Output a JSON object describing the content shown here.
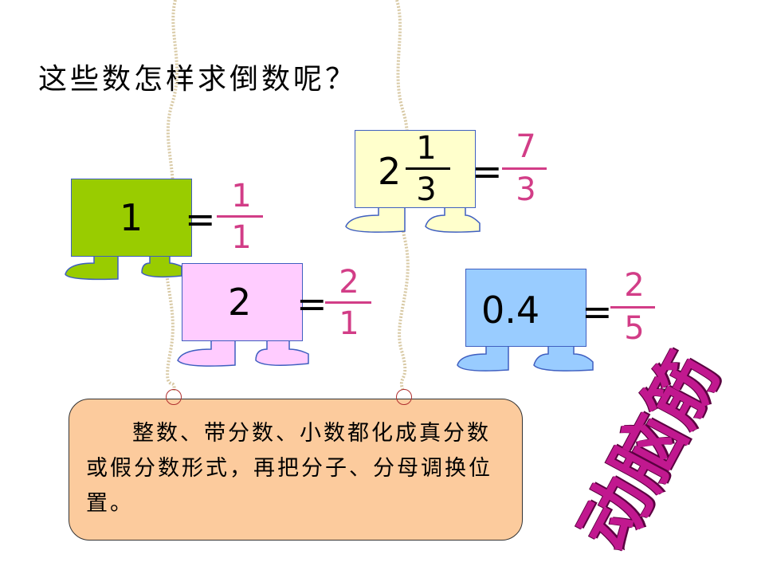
{
  "title": "这些数怎样求倒数呢？",
  "cards": [
    {
      "id": "one",
      "value": "1",
      "numerator": "1",
      "denominator": "1",
      "color": "#99cc00",
      "feet_color": "#99cc00"
    },
    {
      "id": "two",
      "value": "2",
      "numerator": "2",
      "denominator": "1",
      "color": "#ffccff",
      "feet_color": "#ffccff"
    },
    {
      "id": "mixed",
      "whole": "2",
      "inner_numerator": "1",
      "inner_denominator": "3",
      "numerator": "7",
      "denominator": "3",
      "color": "#ffffcc",
      "feet_color": "#ffffcc"
    },
    {
      "id": "decimal",
      "value": "0.4",
      "numerator": "2",
      "denominator": "5",
      "color": "#99ccff",
      "feet_color": "#99ccff"
    }
  ],
  "equals": "=",
  "hint": "整数、带分数、小数都化成真分数或假分数形式，再把分子、分母调换位置。",
  "brain_label": "动脑筋",
  "colors": {
    "answer": "#d23d87",
    "hint_bg": "#fccb9d",
    "brain": "#c1188f"
  }
}
